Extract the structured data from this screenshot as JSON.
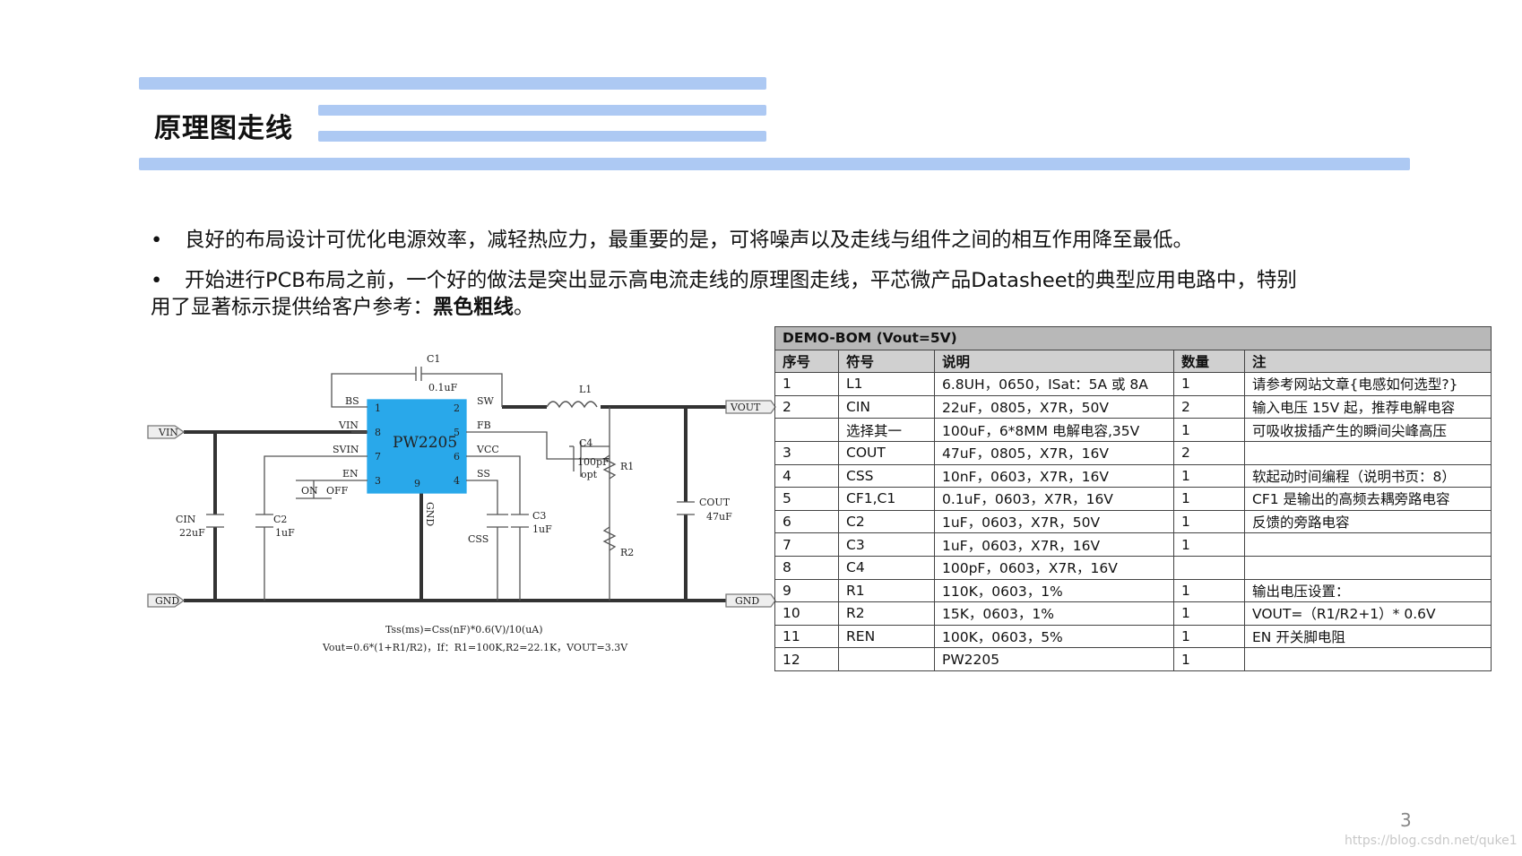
{
  "slide": {
    "title": "原理图走线",
    "page_number": "3",
    "watermark": "https://blog.csdn.net/quke1",
    "accent_color": "#a9c6f2"
  },
  "bullets": {
    "b1": "良好的布局设计可优化电源效率，减轻热应力，最重要的是，可将噪声以及走线与组件之间的相互作用降至最低。",
    "b2_line1": "开始进行PCB布局之前，一个好的做法是突出显示高电流走线的原理图走线，平芯微产品Datasheet的典型应用电路中，特别",
    "b2_line2": "用了显著标示提供给客户参考：",
    "b2_bold": "黑色粗线",
    "b2_end": "。"
  },
  "schematic": {
    "chip_name": "PW2205",
    "pins_left": [
      "BS",
      "VIN",
      "SVIN",
      "EN"
    ],
    "pins_left_nums": [
      "1",
      "8",
      "7",
      "3"
    ],
    "pins_right": [
      "SW",
      "FB",
      "VCC",
      "SS"
    ],
    "pins_right_nums": [
      "2",
      "5",
      "6",
      "4"
    ],
    "pin_bottom_num": "9",
    "pin_gnd": "GND",
    "vin_label": "VIN",
    "vout_label": "VOUT",
    "gnd_left": "GND",
    "gnd_right": "GND",
    "on_label": "ON",
    "off_label": "OFF",
    "c1": "C1",
    "c1_val": "0.1uF",
    "l1": "L1",
    "c4": "C4",
    "c4_val": "100pF",
    "c4_opt": "opt",
    "r1": "R1",
    "r2": "R2",
    "cin": "CIN",
    "cin_val": "22uF",
    "c2": "C2",
    "c2_val": "1uF",
    "css": "CSS",
    "c3": "C3",
    "c3_val": "1uF",
    "cout": "COUT",
    "cout_val": "47uF",
    "formula1": "Tss(ms)=Css(nF)*0.6(V)/10(uA)",
    "formula2": "Vout=0.6*(1+R1/R2)，If：R1=100K,R2=22.1K，VOUT=3.3V",
    "chip_color": "#29a8ea"
  },
  "bom": {
    "title": "DEMO-BOM      (Vout=5V)",
    "headers": [
      "序号",
      "符号",
      "说明",
      "数量",
      "注"
    ],
    "rows": [
      [
        "1",
        "L1",
        "6.8UH，0650，ISat：5A 或 8A",
        "1",
        "请参考网站文章{电感如何选型?}"
      ],
      [
        "2",
        "CIN",
        "22uF，0805，X7R，50V",
        "2",
        "输入电压 15V 起，推荐电解电容"
      ],
      [
        "",
        "选择其一",
        "100uF，6*8MM 电解电容,35V",
        "1",
        "可吸收拔插产生的瞬间尖峰高压"
      ],
      [
        "3",
        "COUT",
        "47uF，0805，X7R，16V",
        "2",
        ""
      ],
      [
        "4",
        "CSS",
        "10nF，0603，X7R，16V",
        "1",
        "软起动时间编程（说明书页：8）"
      ],
      [
        "5",
        "CF1,C1",
        "0.1uF，0603，X7R，16V",
        "1",
        "CF1 是输出的高频去耦旁路电容"
      ],
      [
        "6",
        "C2",
        "1uF，0603，X7R，50V",
        "1",
        "反馈的旁路电容"
      ],
      [
        "7",
        "C3",
        "1uF，0603，X7R，16V",
        "1",
        ""
      ],
      [
        "8",
        "C4",
        "100pF，0603，X7R，16V",
        "",
        ""
      ],
      [
        "9",
        "R1",
        "110K，0603，1%",
        "1",
        "输出电压设置："
      ],
      [
        "10",
        "R2",
        "15K，0603，1%",
        "1",
        "VOUT=（R1/R2+1）* 0.6V"
      ],
      [
        "11",
        "REN",
        "100K，0603，5%",
        "1",
        "EN 开关脚电阻"
      ],
      [
        "12",
        "",
        "PW2205",
        "1",
        ""
      ]
    ]
  }
}
